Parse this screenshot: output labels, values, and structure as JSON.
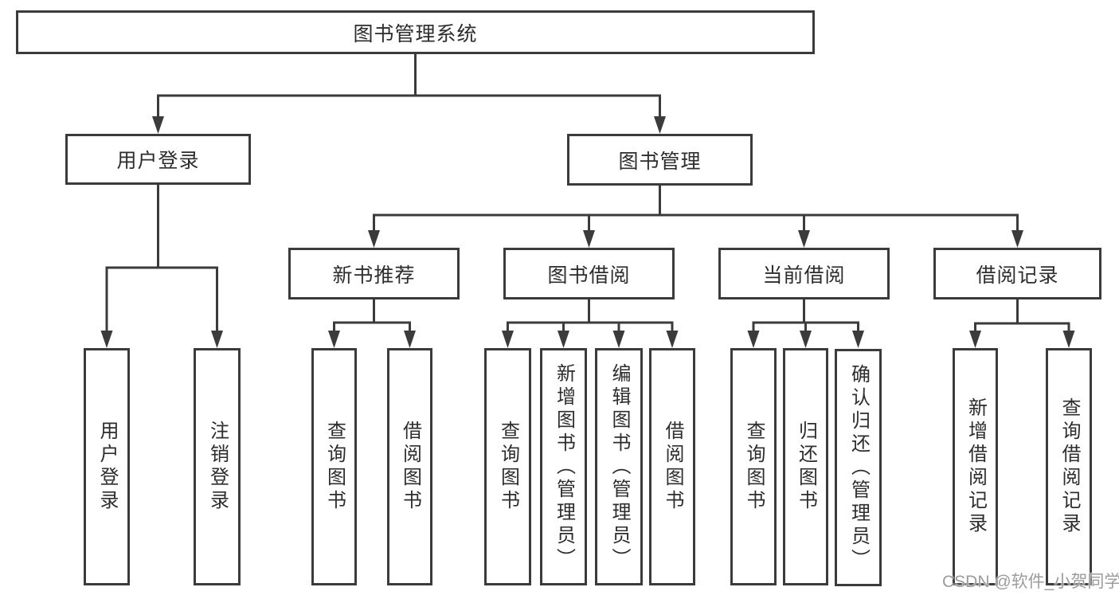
{
  "diagram": {
    "root": {
      "label": "图书管理系统"
    },
    "user_login": {
      "label": "用户登录",
      "children": {
        "login": "用户登录",
        "logout": "注销登录"
      }
    },
    "book_mgmt": {
      "label": "图书管理",
      "sections": {
        "new_book": {
          "label": "新书推荐",
          "children": {
            "query": "查询图书",
            "borrow": "借阅图书"
          }
        },
        "borrowing": {
          "label": "图书借阅",
          "children": {
            "query": "查询图书",
            "add": "新增图书（管理员）",
            "edit": "编辑图书（管理员）",
            "borrow": "借阅图书"
          }
        },
        "current": {
          "label": "当前借阅",
          "children": {
            "query": "查询图书",
            "return": "归还图书",
            "confirm": "确认归还（管理员）"
          }
        },
        "records": {
          "label": "借阅记录",
          "children": {
            "add": "新增借阅记录",
            "query": "查询借阅记录"
          }
        }
      }
    }
  },
  "watermark": {
    "text": "CSDN @软件_小贺同学"
  },
  "colors": {
    "line": "#3b3b3b",
    "text": "#2d2d2d",
    "watermark": "#9c9c9c",
    "background": "#ffffff"
  }
}
